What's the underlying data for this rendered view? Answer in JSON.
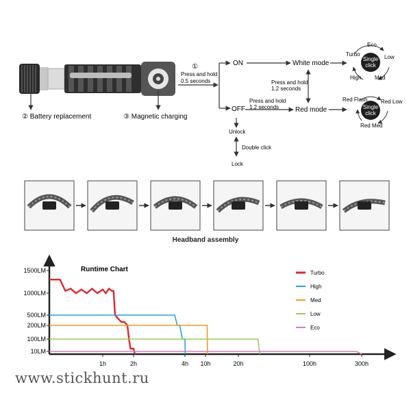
{
  "top": {
    "step1_num": "①",
    "step1_text_line1": "Press and hold",
    "step1_text_line2": "0.5 seconds",
    "step2": "② Battery replacement",
    "step3": "③ Magnetic charging",
    "on": "ON",
    "off": "OFF",
    "white_mode": "White mode",
    "red_mode": "Red mode",
    "hold_12_line1": "Press and hold",
    "hold_12_line2": "1.2 seconds",
    "hold_off_line1": "Press and hold",
    "hold_off_line2": "1.2 seconds",
    "unlock": "Unlock",
    "lock": "Lock",
    "double_click": "Double click",
    "white_cycle": {
      "center_line1": "Single",
      "center_line2": "click",
      "eco": "Eco",
      "low": "Low",
      "med": "Med",
      "high": "High",
      "turbo": "Turbo"
    },
    "red_cycle": {
      "center_line1": "Single",
      "center_line2": "click",
      "red_flash": "Red Flash",
      "red_low": "Red Low",
      "red_med": "Red Med"
    }
  },
  "headband": {
    "title": "Headband assembly",
    "steps": 6
  },
  "watermark": "www.stickhunt.ru",
  "chart_data": {
    "type": "line",
    "title": "Runtime Chart",
    "y_ticks": [
      "1500LM",
      "1000LM",
      "500LM",
      "200LM",
      "100LM",
      "10LM"
    ],
    "y_tick_values": [
      1500,
      1000,
      500,
      200,
      100,
      10
    ],
    "x_ticks": [
      "1h",
      "2h",
      "4h",
      "10h",
      "20h",
      "100h",
      "300h"
    ],
    "x_tick_values": [
      1,
      2,
      4,
      10,
      20,
      100,
      300
    ],
    "series": [
      {
        "name": "Turbo",
        "color": "#e0252b",
        "points": [
          [
            0,
            1300
          ],
          [
            0.2,
            1300
          ],
          [
            0.3,
            1050
          ],
          [
            0.4,
            1100
          ],
          [
            0.5,
            1000
          ],
          [
            0.6,
            1080
          ],
          [
            0.7,
            1000
          ],
          [
            0.8,
            1100
          ],
          [
            0.9,
            1000
          ],
          [
            1.0,
            1080
          ],
          [
            1.1,
            1000
          ],
          [
            1.2,
            1100
          ],
          [
            1.3,
            1050
          ],
          [
            1.35,
            1050
          ],
          [
            1.4,
            500
          ],
          [
            1.6,
            300
          ],
          [
            1.7,
            300
          ],
          [
            1.8,
            200
          ],
          [
            1.85,
            100
          ],
          [
            1.9,
            30
          ],
          [
            2.0,
            30
          ],
          [
            2.05,
            0
          ]
        ]
      },
      {
        "name": "High",
        "color": "#1aa7e0",
        "points": [
          [
            0,
            500
          ],
          [
            3.6,
            500
          ],
          [
            3.7,
            200
          ],
          [
            3.8,
            200
          ],
          [
            3.9,
            100
          ],
          [
            4.0,
            100
          ],
          [
            4.1,
            0
          ]
        ]
      },
      {
        "name": "Med",
        "color": "#f39a1e",
        "points": [
          [
            0,
            200
          ],
          [
            10.5,
            200
          ],
          [
            10.6,
            0
          ]
        ]
      },
      {
        "name": "Low",
        "color": "#9ccc5a",
        "points": [
          [
            0,
            100
          ],
          [
            42,
            100
          ],
          [
            44,
            0
          ]
        ]
      },
      {
        "name": "Eco",
        "color": "#d77fb8",
        "points": [
          [
            0,
            10
          ],
          [
            280,
            10
          ],
          [
            300,
            0
          ]
        ]
      }
    ],
    "legend_position": "top-right",
    "grid": false
  }
}
